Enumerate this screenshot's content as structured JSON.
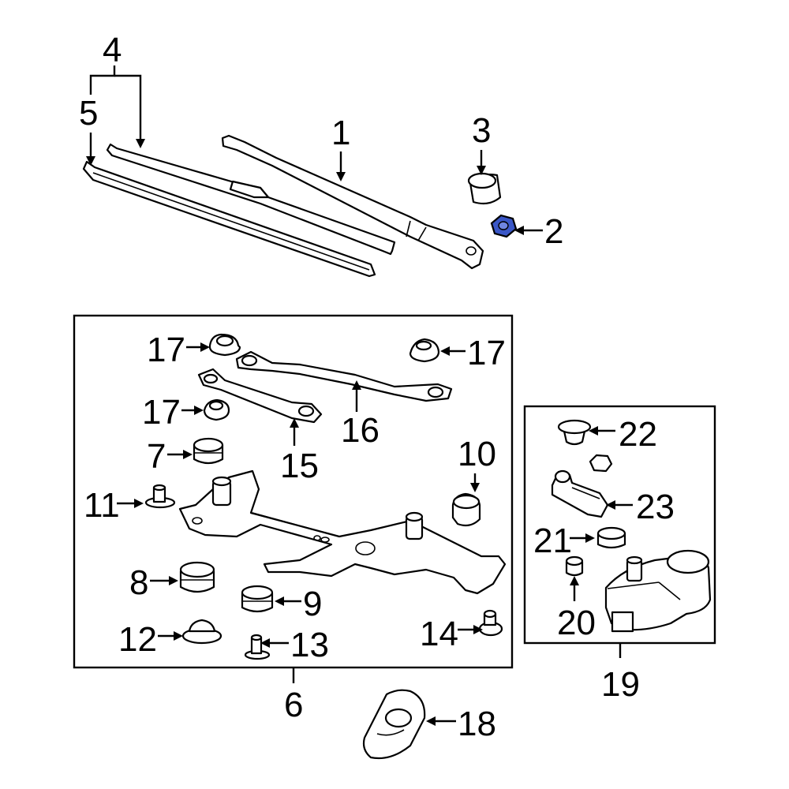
{
  "diagram": {
    "callouts": {
      "c1": "1",
      "c2": "2",
      "c3": "3",
      "c4": "4",
      "c5": "5",
      "c6": "6",
      "c7": "7",
      "c8": "8",
      "c9": "9",
      "c10": "10",
      "c11": "11",
      "c12": "12",
      "c13": "13",
      "c14": "14",
      "c15": "15",
      "c16": "16",
      "c17a": "17",
      "c17b": "17",
      "c17c": "17",
      "c18": "18",
      "c19": "19",
      "c20": "20",
      "c21": "21",
      "c22": "22",
      "c23": "23"
    },
    "highlight_part": "2",
    "highlight_color": "#3a57c7"
  }
}
